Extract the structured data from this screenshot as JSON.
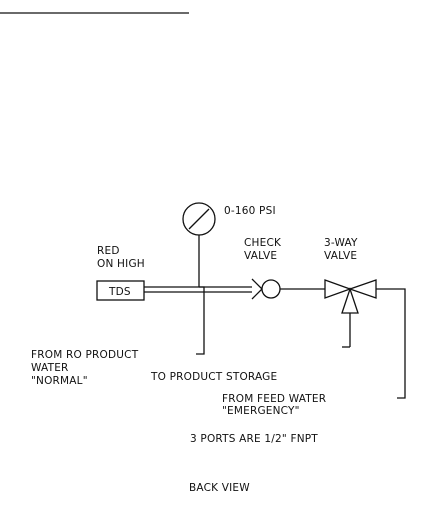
{
  "labels": {
    "gauge_range": "0-160 PSI",
    "red_on_high_line1": "RED",
    "red_on_high_line2": "ON HIGH",
    "tds": "TDS",
    "check_valve_line1": "CHECK",
    "check_valve_line2": "VALVE",
    "three_way_line1": "3-WAY",
    "three_way_line2": "VALVE",
    "from_ro_line1": "FROM RO PRODUCT",
    "from_ro_line2": "WATER",
    "from_ro_line3": "\"NORMAL\"",
    "to_storage": "TO PRODUCT STORAGE",
    "from_feed_line1": "FROM FEED WATER",
    "from_feed_line2": "\"EMERGENCY\"",
    "ports_note": "3 PORTS ARE 1/2\" FNPT",
    "view_title": "BACK VIEW"
  },
  "colors": {
    "line": "#111111",
    "background": "#ffffff"
  }
}
